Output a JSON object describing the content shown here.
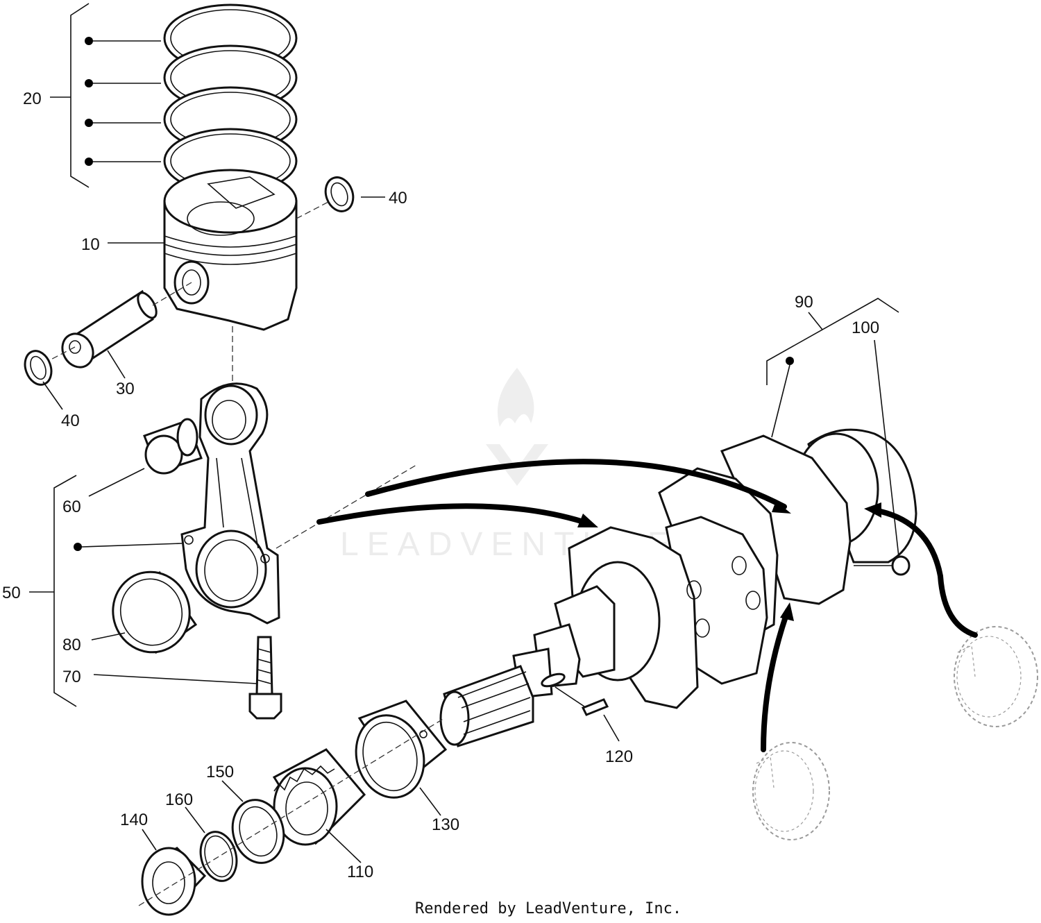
{
  "callouts": {
    "c10": "10",
    "c20": "20",
    "c30": "30",
    "c40_top": "40",
    "c40_left": "40",
    "c50": "50",
    "c60": "60",
    "c70": "70",
    "c80": "80",
    "c90": "90",
    "c100": "100",
    "c110": "110",
    "c120": "120",
    "c130": "130",
    "c140": "140",
    "c150": "150",
    "c160": "160"
  },
  "footer": {
    "rendered_by": "Rendered by LeadVenture, Inc."
  },
  "watermark": {
    "text": "LEADVENTURE"
  },
  "colors": {
    "line": "#111111",
    "watermark": "#ececec",
    "ghost": "#9a9a9a"
  }
}
